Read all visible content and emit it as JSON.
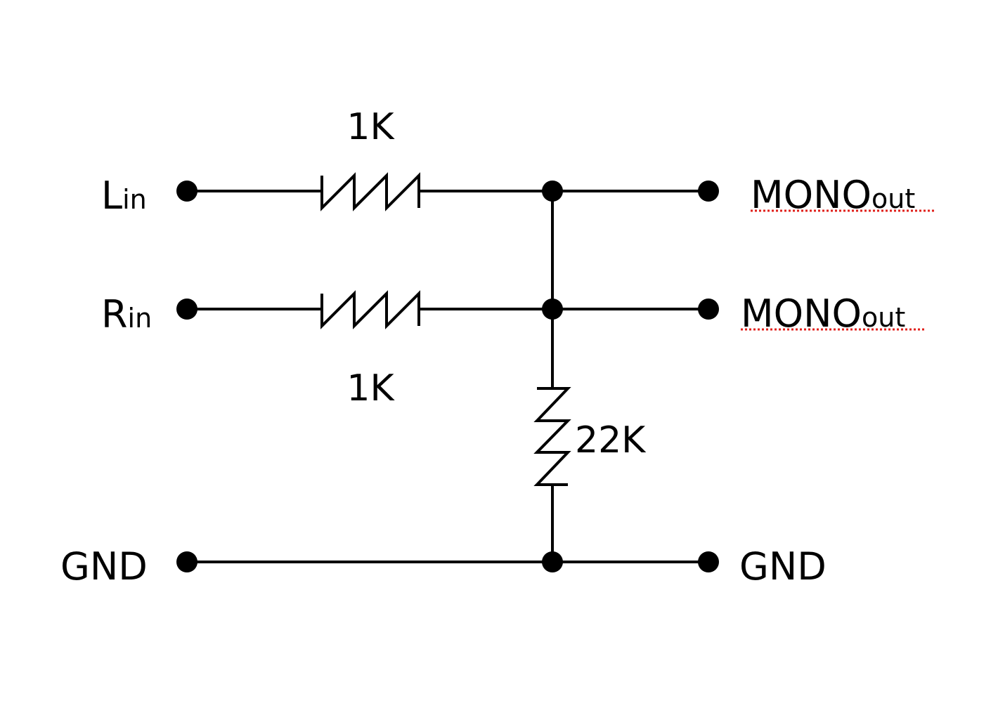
{
  "labels": {
    "l_in_main": "L",
    "l_in_sub": "in",
    "r_in_main": "R",
    "r_in_sub": "in",
    "gnd_left": "GND",
    "gnd_right": "GND",
    "mono_top_main": "MONO",
    "mono_top_sub": "out",
    "mono_mid_main": "MONO",
    "mono_mid_sub": "out"
  },
  "components": {
    "r1_value": "1K",
    "r2_value": "1K",
    "r3_value": "22K"
  },
  "colors": {
    "line": "#000000",
    "spellcheck_underline": "#e0201b"
  }
}
